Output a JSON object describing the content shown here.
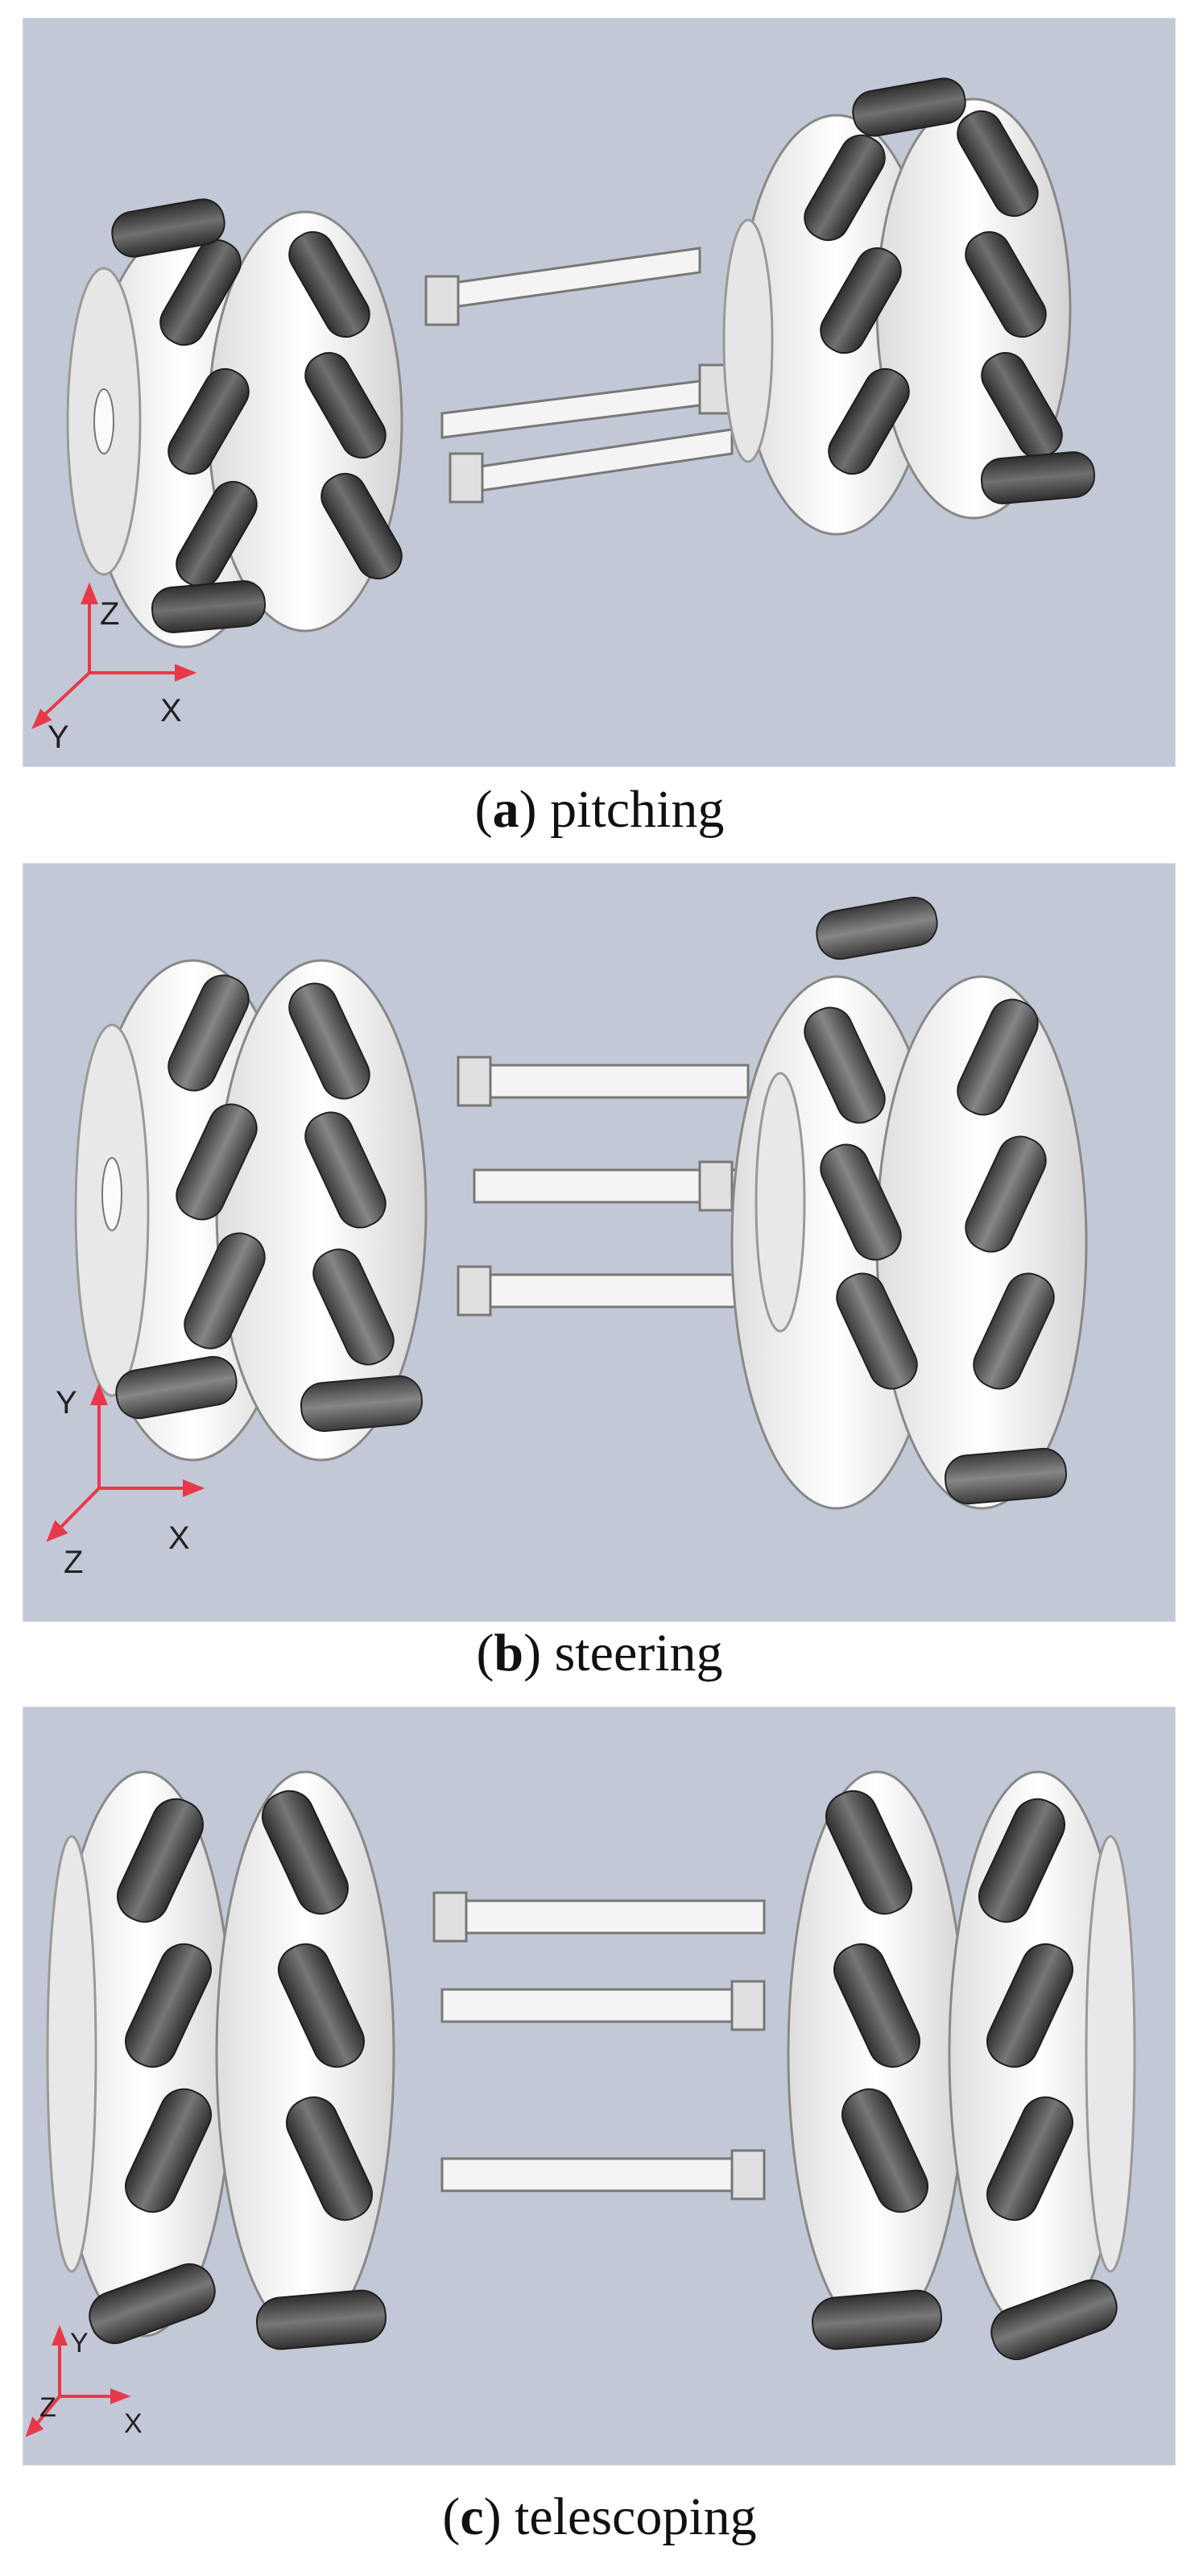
{
  "panels": [
    {
      "letter": "a",
      "caption": "pitching",
      "axes": {
        "labels": [
          "Z",
          "X",
          "Y"
        ]
      }
    },
    {
      "letter": "b",
      "caption": "steering",
      "axes": {
        "labels": [
          "Y",
          "X",
          "Z"
        ]
      }
    },
    {
      "letter": "c",
      "caption": "telescoping",
      "axes": {
        "labels": [
          "Y",
          "X",
          "Z"
        ]
      }
    }
  ],
  "colors": {
    "background": "#c3c8d6",
    "wheel_body": "#f2f2f2",
    "roller": "#4a4a4a",
    "axis": "#e8394a"
  }
}
